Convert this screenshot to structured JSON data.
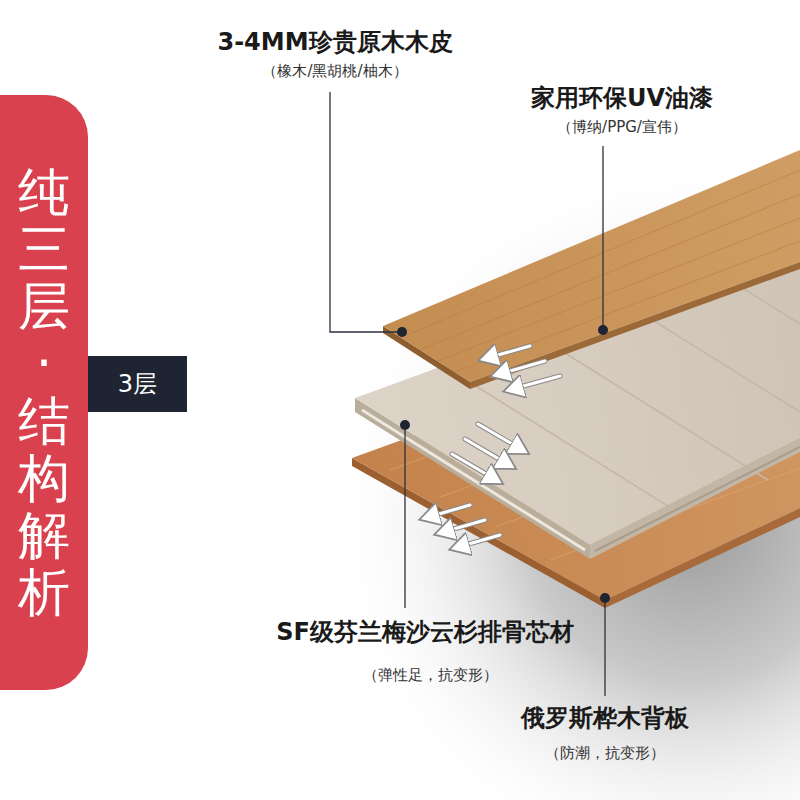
{
  "diagram": {
    "nodes": [
      {
        "text": [
          "纯三层·结构解析"
        ]
      },
      {
        "text": [
          "3层"
        ]
      }
    ],
    "labels": [
      "3-4MM珍贵原木木皮",
      "（橡木/黑胡桃/柚木）",
      "家用环保UV油漆",
      "（博纳/PPG/宣伟）",
      "SF级芬兰梅沙云杉排骨芯材",
      "（弹性足，抗变形）",
      "俄罗斯桦木背板",
      "（防潮，抗变形）"
    ]
  }
}
